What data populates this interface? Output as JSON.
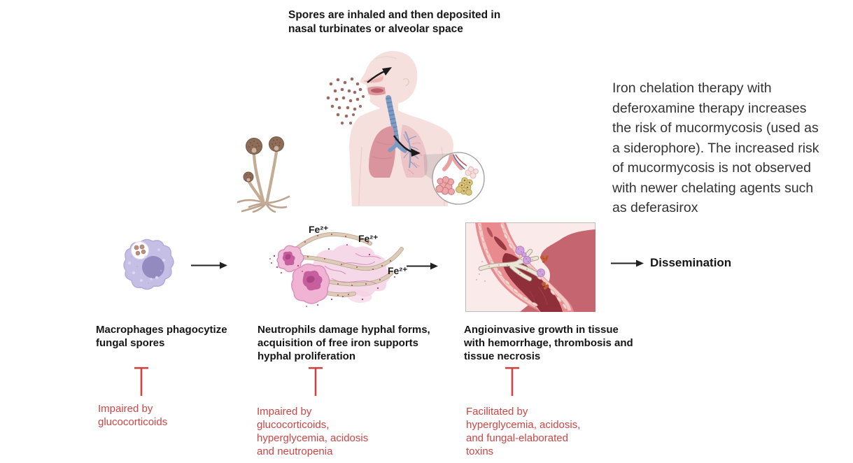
{
  "colors": {
    "red": "#cc4543",
    "text": "#161616",
    "note_text": "#333333"
  },
  "top_caption": "Spores are inhaled and then deposited in\nnasal turbinates or alveolar space",
  "side_note": "Iron chelation therapy with\ndeferoxamine therapy increases\nthe risk of mucormycosis (used as\na siderophore). The increased risk\nof mucormycosis is not observed\nwith newer chelating agents such\nas deferasirox",
  "iron_labels": [
    "Fe²⁺",
    "Fe²⁺",
    "Fe²⁺"
  ],
  "dissemination_label": "Dissemination",
  "steps": [
    {
      "caption": "Macrophages phagocytize\nfungal spores",
      "modifier": "Impaired by\nglucocorticoids"
    },
    {
      "caption": "Neutrophils damage hyphal forms,\nacquisition of free iron supports\nhyphal proliferation",
      "modifier": "Impaired by\nglucocorticoids,\nhyperglycemia, acidosis\nand neutropenia"
    },
    {
      "caption": "Angioinvasive growth in tissue\nwith hemorrhage, thrombosis and\ntissue necrosis",
      "modifier": "Facilitated by\nhyperglycemia, acidosis,\nand fungal-elaborated\ntoxins"
    }
  ],
  "icons": {
    "inhalation-figure-illustration": "human torso inhaling airborne spores",
    "fungal-sporangia-illustration": "mold with sporangia heads and rhizoids",
    "macrophage-illustration": "macrophage with phagocytized spores",
    "neutrophil-hyphae-illustration": "neutrophils attacking hyphal forms",
    "angioinvasion-tissue-illustration": "hyphae invading blood vessel in tissue",
    "arrow-right-icon": "black right arrow",
    "inhibition-bar-icon": "red T-shaped inhibition symbol"
  }
}
